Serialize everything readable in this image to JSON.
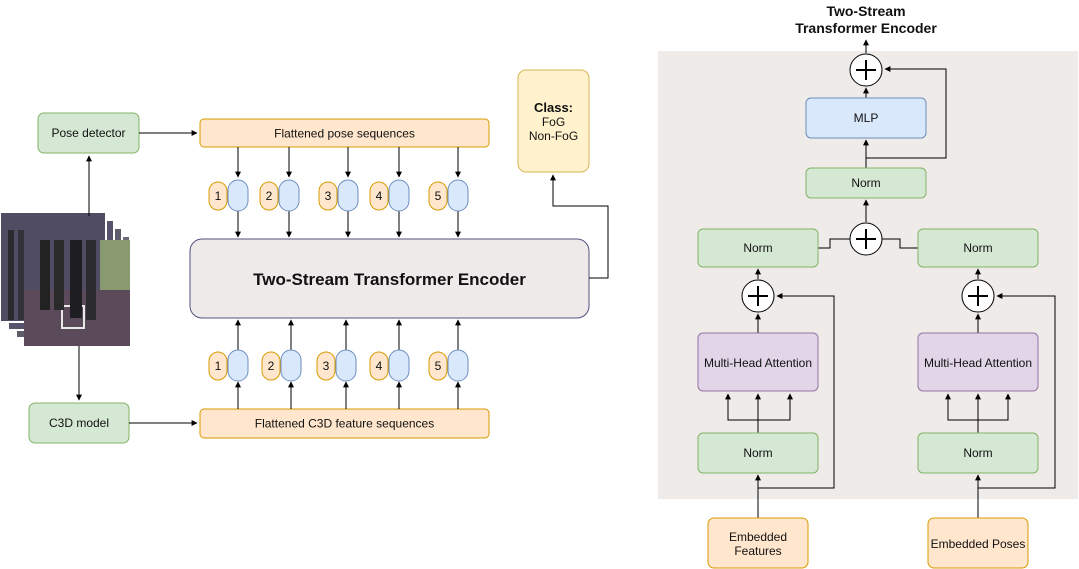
{
  "left": {
    "pose_detector": "Pose detector",
    "c3d_model": "C3D model",
    "flattened_pose": "Flattened pose sequences",
    "flattened_c3d": "Flattened C3D feature sequences",
    "encoder": "Two-Stream Transformer Encoder",
    "token_numbers": [
      "1",
      "2",
      "3",
      "4",
      "5"
    ],
    "class_title": "Class:",
    "class_options": [
      "FoG",
      "Non-FoG"
    ]
  },
  "right": {
    "title_line1": "Two-Stream",
    "title_line2": "Transformer Encoder",
    "mlp": "MLP",
    "norm": "Norm",
    "mha": "Multi-Head Attention",
    "embedded_features_line1": "Embedded",
    "embedded_features_line2": "Features",
    "embedded_poses": "Embedded Poses"
  },
  "colors": {
    "green_fill": "#d5e8d4",
    "green_stroke": "#82b366",
    "orange_fill": "#ffe6cc",
    "orange_stroke": "#d79b00",
    "blue_fill": "#dae8fc",
    "blue_stroke": "#6c8ebf",
    "purple_fill": "#e1d5e7",
    "purple_stroke": "#9673a6",
    "yellow_fill": "#fff2cc",
    "yellow_stroke": "#d6b656",
    "encoder_fill": "#eeeaea",
    "encoder_stroke": "#56517e",
    "panel_fill": "#eeebe8"
  }
}
